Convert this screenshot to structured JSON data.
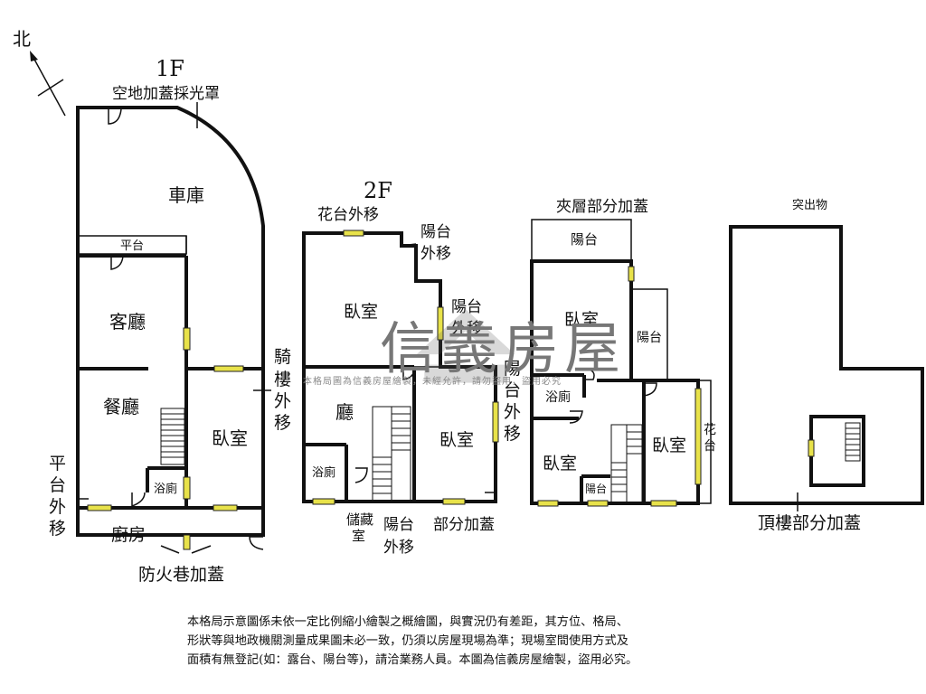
{
  "compass": {
    "label": "北"
  },
  "floor1": {
    "title": "1F",
    "top_note": "空地加蓋採光罩",
    "garage": "車庫",
    "platform": "平台",
    "living": "客廳",
    "dining": "餐廳",
    "bedroom": "臥室",
    "bath": "浴廁",
    "kitchen": "廚房",
    "arcade_note": "騎樓外移",
    "platform_note": "平台外移",
    "fire_lane_note": "防火巷加蓋"
  },
  "floor2": {
    "title": "2F",
    "planter_note": "花台外移",
    "balcony_note_top": "陽台外移",
    "balcony_note_mid": "陽台外移",
    "balcony_note_side": "陽台外移",
    "bedroom_a": "臥室",
    "hall": "廳",
    "bedroom_b": "臥室",
    "bath": "浴廁",
    "storage": "儲藏室",
    "balcony_bottom_note": "陽台外移",
    "partial_note": "部分加蓋"
  },
  "mezzanine": {
    "title": "夾層部分加蓋",
    "balcony_top": "陽台",
    "bedroom_a": "臥室",
    "balcony_side": "陽台",
    "bath": "浴廁",
    "bedroom_b": "臥室",
    "bedroom_c": "臥室",
    "balcony_small": "陽台",
    "planter": "花台"
  },
  "roof": {
    "title": "突出物",
    "note": "頂樓部分加蓋"
  },
  "watermark": {
    "brand": "信義房屋",
    "sub": "本格局圖為信義房屋繪製，未經允許，請勿盜用，盜用必究"
  },
  "disclaimer": {
    "line1": "本格局示意圖係未依一定比例縮小繪製之概繪圖，與實況仍有差距，其方位、格局、",
    "line2": "形狀等與地政機關測量成果圖未必一致，仍須以房屋現場為準；現場室間使用方式及",
    "line3": "面積有無登記(如：露台、陽台等)，請洽業務人員。本圖為信義房屋繪製，盜用必究。"
  }
}
